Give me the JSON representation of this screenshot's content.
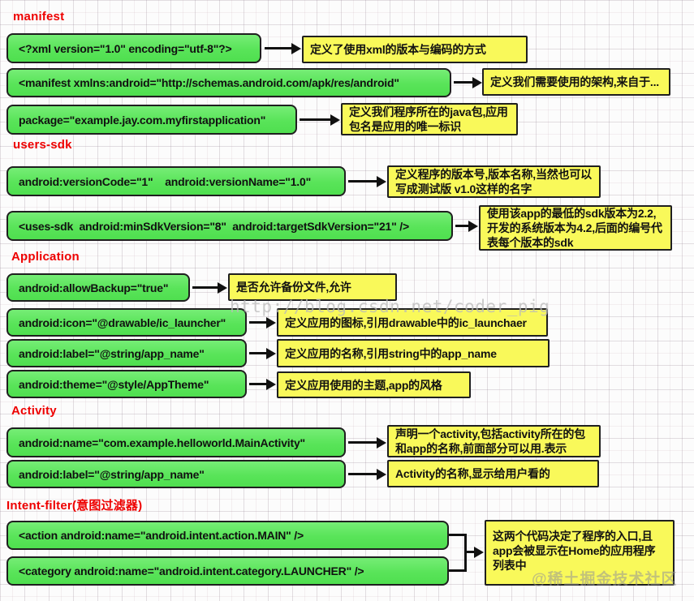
{
  "diagram": {
    "sections": [
      {
        "title": "manifest"
      },
      {
        "title": "users-sdk"
      },
      {
        "title": "Application"
      },
      {
        "title": "Activity"
      },
      {
        "title": "Intent-filter(意图过滤器)"
      }
    ],
    "rows": [
      {
        "code": "<?xml version=\"1.0\" encoding=\"utf-8\"?>",
        "note": "定义了使用xml的版本与编码的方式"
      },
      {
        "code": "<manifest xmlns:android=\"http://schemas.android.com/apk/res/android\"",
        "note": "定义我们需要使用的架构,来自于..."
      },
      {
        "code": "package=\"example.jay.com.myfirstapplication\"",
        "note": "定义我们程序所在的java包,应用包名是应用的唯一标识"
      },
      {
        "code": "android:versionCode=\"1\"    android:versionName=\"1.0\"",
        "note": "定义程序的版本号,版本名称,当然也可以写成测试版 v1.0这样的名字"
      },
      {
        "code": "<uses-sdk  android:minSdkVersion=\"8\"  android:targetSdkVersion=\"21\" />",
        "note": "使用该app的最低的sdk版本为2.2,开发的系统版本为4.2,后面的编号代表每个版本的sdk"
      },
      {
        "code": "android:allowBackup=\"true\"",
        "note": "是否允许备份文件,允许"
      },
      {
        "code": "android:icon=\"@drawable/ic_launcher\"",
        "note": "定义应用的图标,引用drawable中的ic_launchaer"
      },
      {
        "code": "android:label=\"@string/app_name\"",
        "note": "定义应用的名称,引用string中的app_name"
      },
      {
        "code": "android:theme=\"@style/AppTheme\"",
        "note": "定义应用使用的主题,app的风格"
      },
      {
        "code": "android:name=\"com.example.helloworld.MainActivity\"",
        "note": "声明一个activity,包括activity所在的包和app的名称,前面部分可以用.表示"
      },
      {
        "code": "android:label=\"@string/app_name\"",
        "note": "Activity的名称,显示给用户看的"
      },
      {
        "code": "<action android:name=\"android.intent.action.MAIN\" />",
        "note": ""
      },
      {
        "code": "<category android:name=\"android.intent.category.LAUNCHER\" />",
        "note": ""
      }
    ],
    "merged_note": "这两个代码决定了程序的入口,且app会被显示在Home的应用程序列表中",
    "watermarks": {
      "csdn": "http://blog.csdn.net/coder_pig",
      "juejin": "@稀土掘金技术社区"
    },
    "colors": {
      "code_box_green": "#59e459",
      "note_box_yellow": "#f9f95a",
      "section_red": "#ee0000"
    }
  }
}
